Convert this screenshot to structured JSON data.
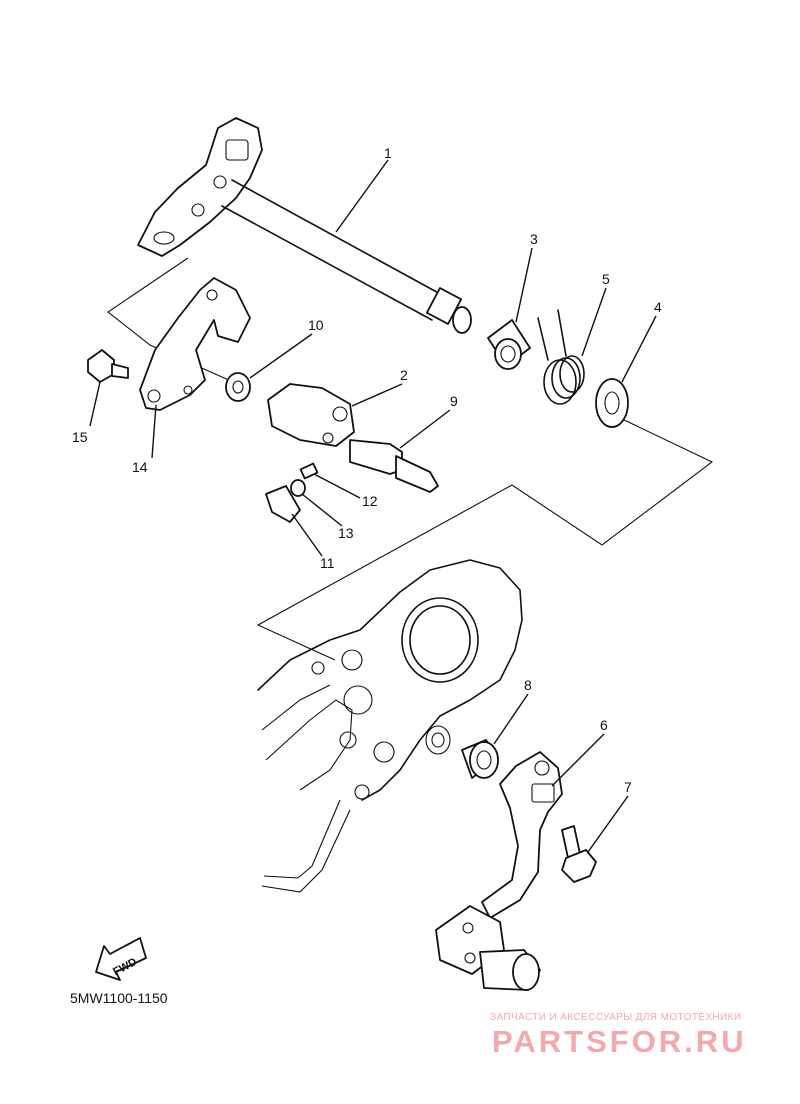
{
  "diagram": {
    "callouts": [
      "1",
      "2",
      "3",
      "4",
      "5",
      "6",
      "7",
      "8",
      "9",
      "10",
      "11",
      "12",
      "13",
      "14",
      "15"
    ],
    "fwd_label": "FWD",
    "diagram_code": "5MW1100-1150"
  },
  "watermark": {
    "tagline": "ЗАПЧАСТИ И АКСЕССУАРЫ ДЛЯ МОТОТЕХНИКИ",
    "logo": "PARTSFOR.RU",
    "color": "#f2a9ac"
  },
  "colors": {
    "line": "#111111",
    "background": "#ffffff"
  }
}
